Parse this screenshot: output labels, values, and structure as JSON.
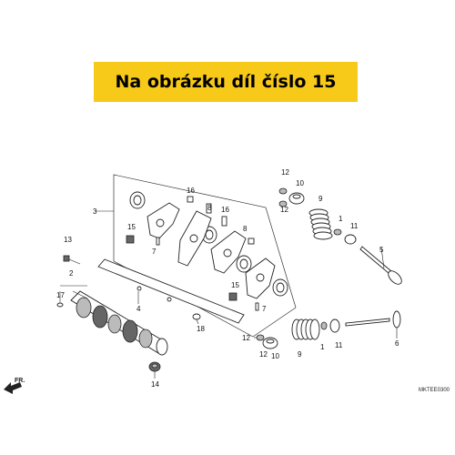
{
  "banner": {
    "text": "Na obrázku díl číslo 15",
    "color": "#f7c918"
  },
  "diagram_code": "MKTEE0300",
  "direction_label": "FR.",
  "callouts": {
    "c1a": "1",
    "c1b": "1",
    "c2": "2",
    "c3": "3",
    "c4": "4",
    "c5": "5",
    "c6": "6",
    "c7a": "7",
    "c7b": "7",
    "c8a": "8",
    "c8b": "8",
    "c9a": "9",
    "c9b": "9",
    "c10a": "10",
    "c10b": "10",
    "c11a": "11",
    "c11b": "11",
    "c12a": "12",
    "c12b": "12",
    "c12c": "12",
    "c12d": "12",
    "c13": "13",
    "c14": "14",
    "c15a": "15",
    "c15b": "15",
    "c16a": "16",
    "c16b": "16",
    "c17": "17",
    "c18": "18"
  }
}
